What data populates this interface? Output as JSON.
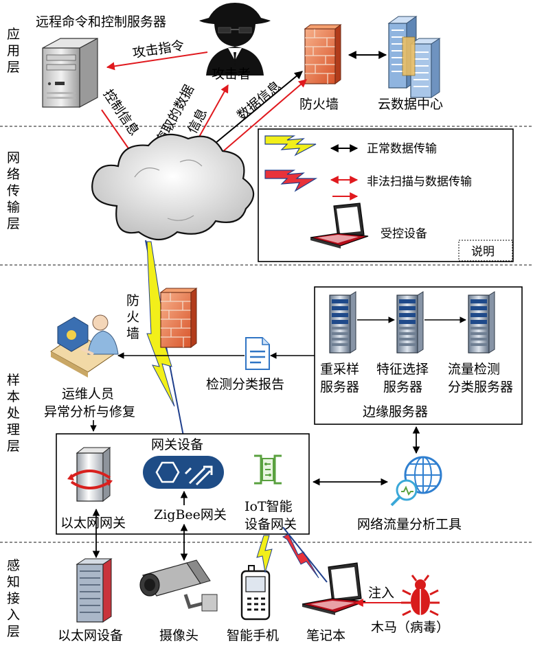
{
  "layers": {
    "application": [
      "应",
      "用",
      "层"
    ],
    "network": [
      "网",
      "络",
      "传",
      "输",
      "层"
    ],
    "sample": [
      "样",
      "本",
      "处",
      "理",
      "层"
    ],
    "perception": [
      "感",
      "知",
      "接",
      "入",
      "层"
    ]
  },
  "application": {
    "c2_server": "远程命令和控制服务器",
    "attacker": "攻击者",
    "attack_cmd": "攻击指令",
    "control_info": "控制信息",
    "stolen_data_1": "窃取的数据",
    "stolen_data_2": "信息",
    "data_info": "数据信息",
    "firewall": "防火墙",
    "cloud_dc": "云数据中心"
  },
  "legend": {
    "normal": "正常数据传输",
    "illegal": "非法扫描与数据传输",
    "controlled": "受控设备",
    "title": "说明"
  },
  "sample": {
    "firewall_1": "防",
    "firewall_2": "火",
    "firewall_3": "墙",
    "report": "检测分类报告",
    "ops_1": "运维人员",
    "ops_2": "异常分析与修复",
    "resample_1": "重采样",
    "resample_2": "服务器",
    "feature_1": "特征选择",
    "feature_2": "服务器",
    "detect_1": "流量检测",
    "detect_2": "分类服务器",
    "edge": "边缘服务器",
    "gateway_title": "网关设备",
    "ethernet_gw": "以太网网关",
    "zigbee_gw": "ZigBee网关",
    "iot_gw_1": "IoT智能",
    "iot_gw_2": "设备网关",
    "traffic_tool": "网络流量分析工具"
  },
  "perception": {
    "ethernet_dev": "以太网设备",
    "camera": "摄像头",
    "phone": "智能手机",
    "laptop": "笔记本",
    "inject": "注入",
    "trojan": "木马（病毒）"
  },
  "colors": {
    "attack_red": "#e0191e",
    "normal_black": "#000000",
    "bolt_yellow": "#f2ef1a",
    "bolt_red": "#e8323a",
    "bolt_blue": "#1f3f8c"
  }
}
